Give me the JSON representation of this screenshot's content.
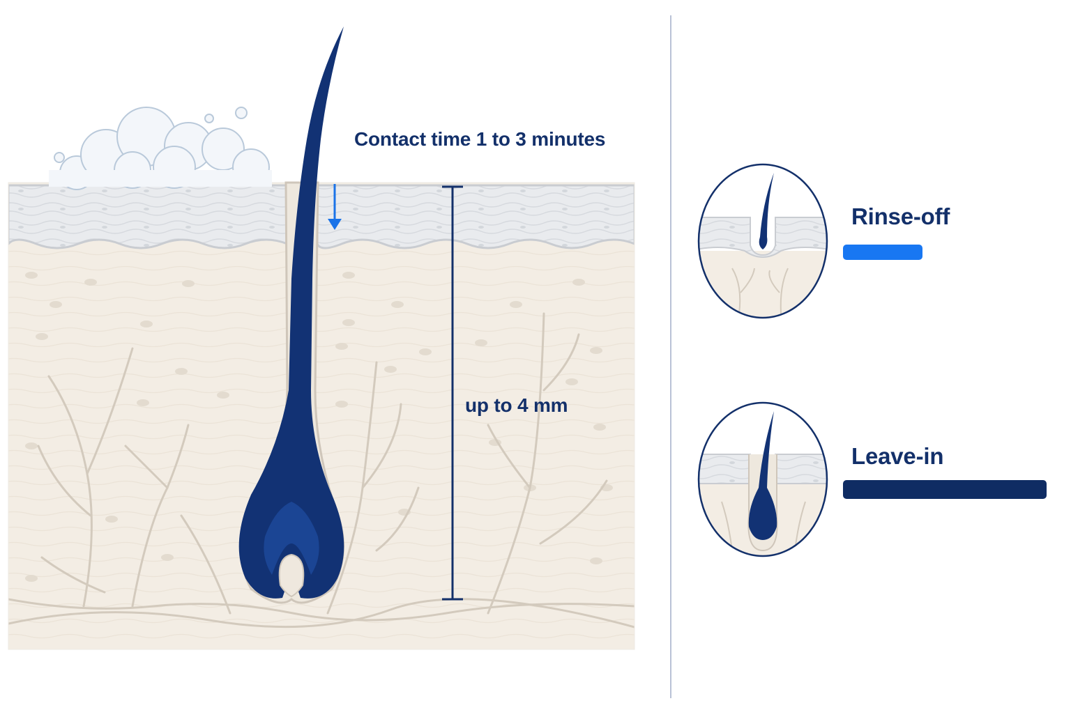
{
  "labels": {
    "contact_time": "Contact time 1 to 3 minutes",
    "depth": "up to 4 mm",
    "rinse_off": "Rinse-off",
    "leave_in": "Leave-in"
  },
  "comparison": [
    {
      "name": "Rinse-off",
      "relative_contact": 0.39,
      "color": "#1877f2"
    },
    {
      "name": "Leave-in",
      "relative_contact": 1.0,
      "color": "#0f2c63"
    }
  ],
  "colors": {
    "hair": "#123274",
    "hair_inner": "#1b4594",
    "skin": "#f3ede4",
    "epidermis": "#e7e9ec",
    "vessels": "#cfc6ba",
    "arrow": "#1a73e8",
    "text": "#13306a"
  },
  "icons": [
    "foam-icon",
    "hair-follicle-icon",
    "down-arrow-icon",
    "depth-bracket-icon"
  ]
}
